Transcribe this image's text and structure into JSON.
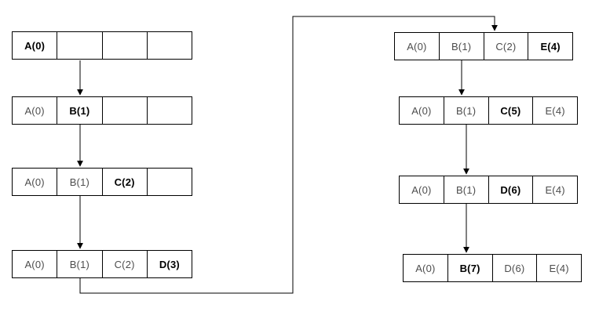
{
  "diagram": {
    "background_color": "#ffffff",
    "border_color": "#000000",
    "text_color": "#4d4d4d",
    "emphasis_color": "#000000",
    "description_visible_text_only": true
  },
  "tables": [
    {
      "cells": [
        "A(0)",
        "",
        "",
        ""
      ],
      "bold_index": 0
    },
    {
      "cells": [
        "A(0)",
        "B(1)",
        "",
        ""
      ],
      "bold_index": 1
    },
    {
      "cells": [
        "A(0)",
        "B(1)",
        "C(2)",
        ""
      ],
      "bold_index": 2
    },
    {
      "cells": [
        "A(0)",
        "B(1)",
        "C(2)",
        "D(3)"
      ],
      "bold_index": 3
    },
    {
      "cells": [
        "A(0)",
        "B(1)",
        "C(2)",
        "E(4)"
      ],
      "bold_index": 3
    },
    {
      "cells": [
        "A(0)",
        "B(1)",
        "C(5)",
        "E(4)"
      ],
      "bold_index": 2
    },
    {
      "cells": [
        "A(0)",
        "B(1)",
        "D(6)",
        "E(4)"
      ],
      "bold_index": 2
    },
    {
      "cells": [
        "A(0)",
        "B(7)",
        "D(6)",
        "E(4)"
      ],
      "bold_index": 1
    }
  ]
}
